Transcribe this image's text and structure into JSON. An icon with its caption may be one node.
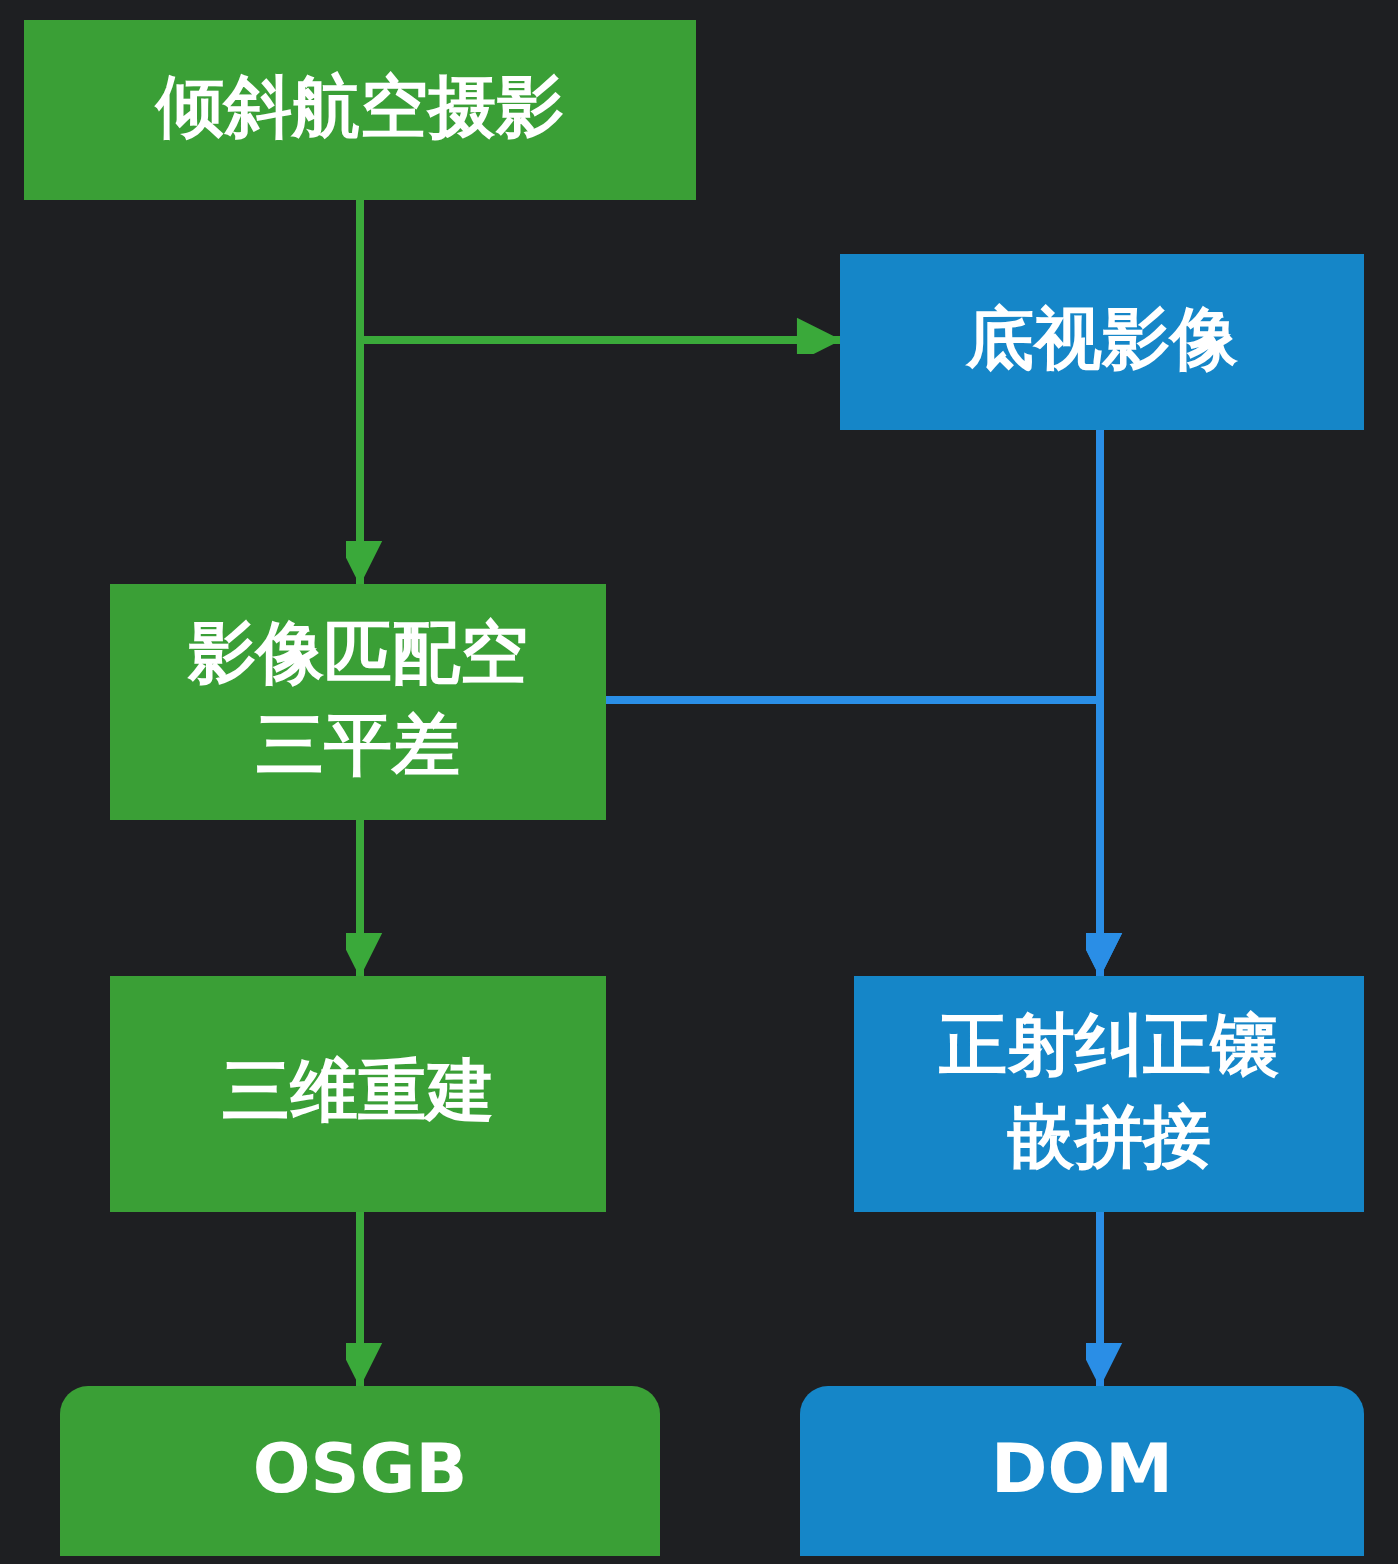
{
  "diagram": {
    "nodes": [
      {
        "text": [
          "倾斜航空摄影"
        ]
      },
      {
        "text": [
          "底视影像"
        ]
      },
      {
        "text": [
          "影像匹配空三平差"
        ]
      },
      {
        "text": [
          "三维重建"
        ]
      },
      {
        "text": [
          "正射纠正镶嵌拼接"
        ]
      },
      {
        "text": [
          "OSGB"
        ]
      },
      {
        "text": [
          "DOM"
        ]
      }
    ],
    "edges": [
      {
        "from": 0,
        "to": 2,
        "arrow": "to"
      },
      {
        "from": 0,
        "to": 1,
        "arrow": "to"
      },
      {
        "from": 2,
        "to": 3,
        "arrow": "to"
      },
      {
        "from": 3,
        "to": 5,
        "arrow": "to"
      },
      {
        "from": 1,
        "to": 4,
        "arrow": "to",
        "color": "#2a8ee6"
      },
      {
        "from": 2,
        "to": 4,
        "arrow": "to",
        "color": "#2a8ee6"
      },
      {
        "from": 4,
        "to": 6,
        "arrow": "to",
        "color": "#2a8ee6"
      }
    ]
  }
}
